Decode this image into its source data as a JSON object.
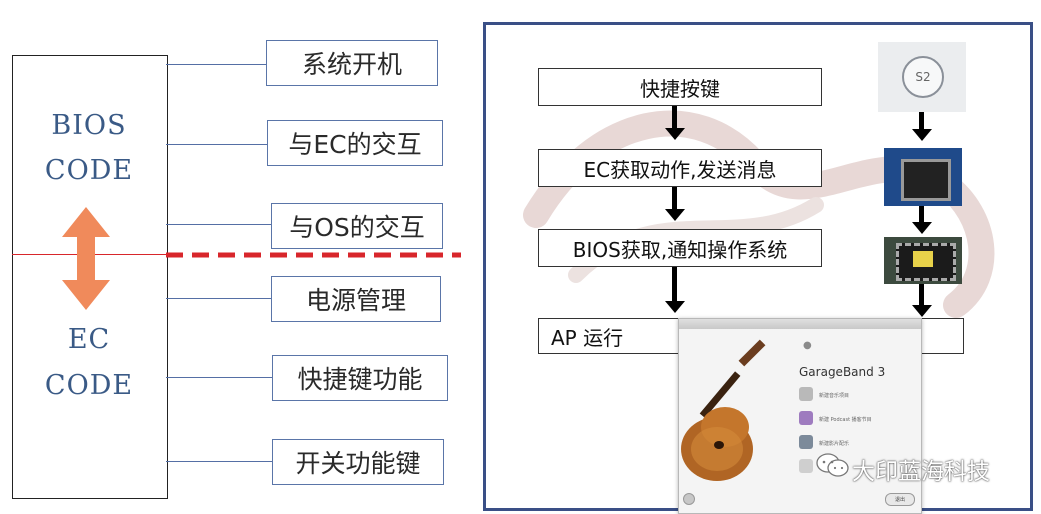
{
  "left_diagram": {
    "bios_code": [
      "BIOS",
      "CODE"
    ],
    "ec_code": [
      "EC",
      "CODE"
    ],
    "features": [
      "系统开机",
      "与EC的交互",
      "与OS的交互",
      "电源管理",
      "快捷键功能",
      "开关功能键"
    ]
  },
  "right_panel": {
    "steps": [
      "快捷按键",
      "EC获取动作,发送消息",
      "BIOS获取,通知操作系统",
      "AP 运行"
    ],
    "button_label": "S2",
    "app_window": {
      "title": "GarageBand 3",
      "menu_items": [
        "新建音乐项目",
        "新建 Podcast 播客节目",
        "新建影片配乐"
      ],
      "button": "退出"
    }
  },
  "watermark": "大印蓝海科技",
  "colors": {
    "code_text": "#3a5a86",
    "box_border": "#5a75a8",
    "divider_red": "#d8262b",
    "arrow_orange": "#f08a5b",
    "panel_border": "#3a4f86"
  }
}
